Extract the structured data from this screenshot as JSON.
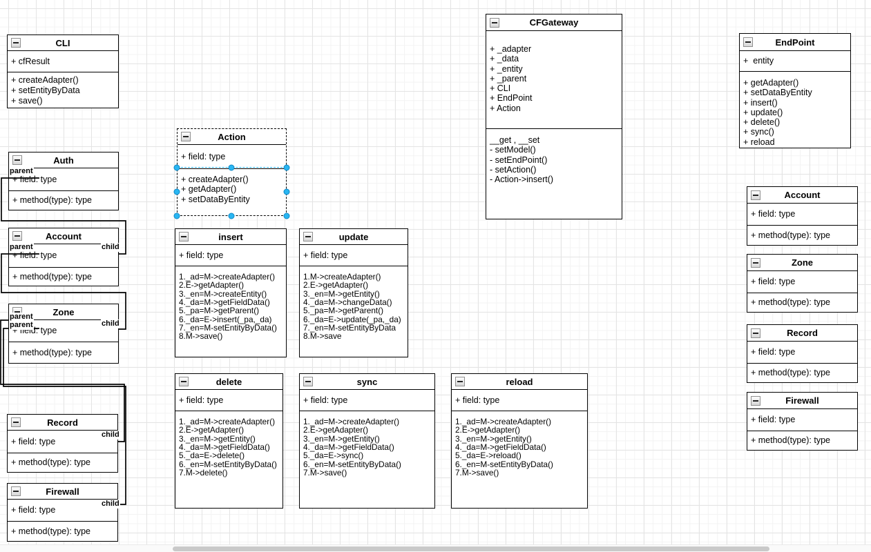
{
  "colors": {
    "selection_handle": "#29b6f2",
    "edge": "#000000",
    "box_border": "#000000",
    "grid_major": "#e4e4e4",
    "grid_minor": "#f3f3f3",
    "scroll_thumb": "#c9c9c9"
  },
  "boxes": {
    "cli": {
      "title": "CLI",
      "attributes": [
        "+ cfResult"
      ],
      "methods": [
        "+ createAdapter()",
        "+ setEntityByData",
        "+ save()"
      ]
    },
    "auth": {
      "title": "Auth",
      "attributes": [
        "+ field: type"
      ],
      "methods": [
        "+ method(type): type"
      ]
    },
    "account_left": {
      "title": "Account",
      "attributes": [
        "+ field: type"
      ],
      "methods": [
        "+ method(type): type"
      ]
    },
    "zone_left": {
      "title": "Zone",
      "attributes": [
        "+ field: type"
      ],
      "methods": [
        "+ method(type): type"
      ]
    },
    "record_left": {
      "title": "Record",
      "attributes": [
        "+ field: type"
      ],
      "methods": [
        "+ method(type): type"
      ]
    },
    "firewall_left": {
      "title": "Firewall",
      "attributes": [
        "+ field: type"
      ],
      "methods": [
        "+ method(type): type"
      ]
    },
    "action": {
      "title": "Action",
      "attributes": [
        "+ field: type"
      ],
      "methods": [
        "+ createAdapter()",
        "+ getAdapter()",
        "+ setDataByEntity"
      ]
    },
    "insert": {
      "title": "insert",
      "attributes": [
        "+ field: type"
      ],
      "steps": [
        "1._ad=M->createAdapter()",
        "2.E->getAdapter()",
        "3._en=M->createEntity()",
        "4._da=M->getFieldData()",
        "5._pa=M->getParent()",
        "6._da=E->insert(_pa,_da)",
        "7._en=M-setEntityByData()",
        "8.M->save()"
      ]
    },
    "update": {
      "title": "update",
      "attributes": [
        "+ field: type"
      ],
      "steps": [
        "1.M->createAdapter()",
        "2.E->getAdapter()",
        "3._en=M->getEntity()",
        "4._da=M->changeData()",
        "5._pa=M->getParent()",
        "6._da=E->update(_pa,_da)",
        "7._en=M-setEntityByData",
        "8.M->save"
      ]
    },
    "delete": {
      "title": "delete",
      "attributes": [
        "+ field: type"
      ],
      "steps": [
        "1._ad=M->createAdapter()",
        "2.E->getAdapter()",
        "3._en=M->getEntity()",
        "4._da=M->getFieldData()",
        "5._da=E->delete()",
        "6._en=M-setEntityByData()",
        "7.M->delete()"
      ]
    },
    "sync": {
      "title": "sync",
      "attributes": [
        "+ field: type"
      ],
      "steps": [
        "1._ad=M->createAdapter()",
        "2.E->getAdapter()",
        "3._en=M->getEntity()",
        "4._da=M->getFieldData()",
        "5._da=E->sync()",
        "6._en=M-setEntityByData()",
        "7.M->save()"
      ]
    },
    "reload": {
      "title": "reload",
      "attributes": [
        "+ field: type"
      ],
      "steps": [
        "1._ad=M->createAdapter()",
        "2.E->getAdapter()",
        "3._en=M->getEntity()",
        "4._da=M->getFieldData()",
        "5._da=E->reload()",
        "6._en=M-setEntityByData()",
        "7.M->save()"
      ]
    },
    "cfgateway": {
      "title": "CFGateway",
      "attributes": [
        "+ _adapter",
        "+ _data",
        "+ _entity",
        "+ _parent",
        "+ CLI",
        "+ EndPoint",
        "+ Action"
      ],
      "methods": [
        "__get , __set",
        "- setModel()",
        "- setEndPoint()",
        "- setAction()",
        "- Action->insert()"
      ]
    },
    "endpoint": {
      "title": "EndPoint",
      "attributes": [
        "+  entity"
      ],
      "methods": [
        "+ getAdapter()",
        "+ setDataByEntity",
        "+ insert()",
        "+ update()",
        "+ delete()",
        "+ sync()",
        "+ reload"
      ]
    },
    "account_right": {
      "title": "Account",
      "attributes": [
        "+ field: type"
      ],
      "methods": [
        "+ method(type): type"
      ]
    },
    "zone_right": {
      "title": "Zone",
      "attributes": [
        "+ field: type"
      ],
      "methods": [
        "+ method(type): type"
      ]
    },
    "record_right": {
      "title": "Record",
      "attributes": [
        "+ field: type"
      ],
      "methods": [
        "+ method(type): type"
      ]
    },
    "firewall_right": {
      "title": "Firewall",
      "attributes": [
        "+ field: type"
      ],
      "methods": [
        "+ method(type): type"
      ]
    }
  },
  "edge_labels": {
    "auth_parent": "parent",
    "account_parent": "parent",
    "account_child": "child",
    "zone_parent_1": "parent",
    "zone_parent_2": "parent",
    "zone_child": "child",
    "record_child": "child",
    "firewall_child": "child"
  }
}
